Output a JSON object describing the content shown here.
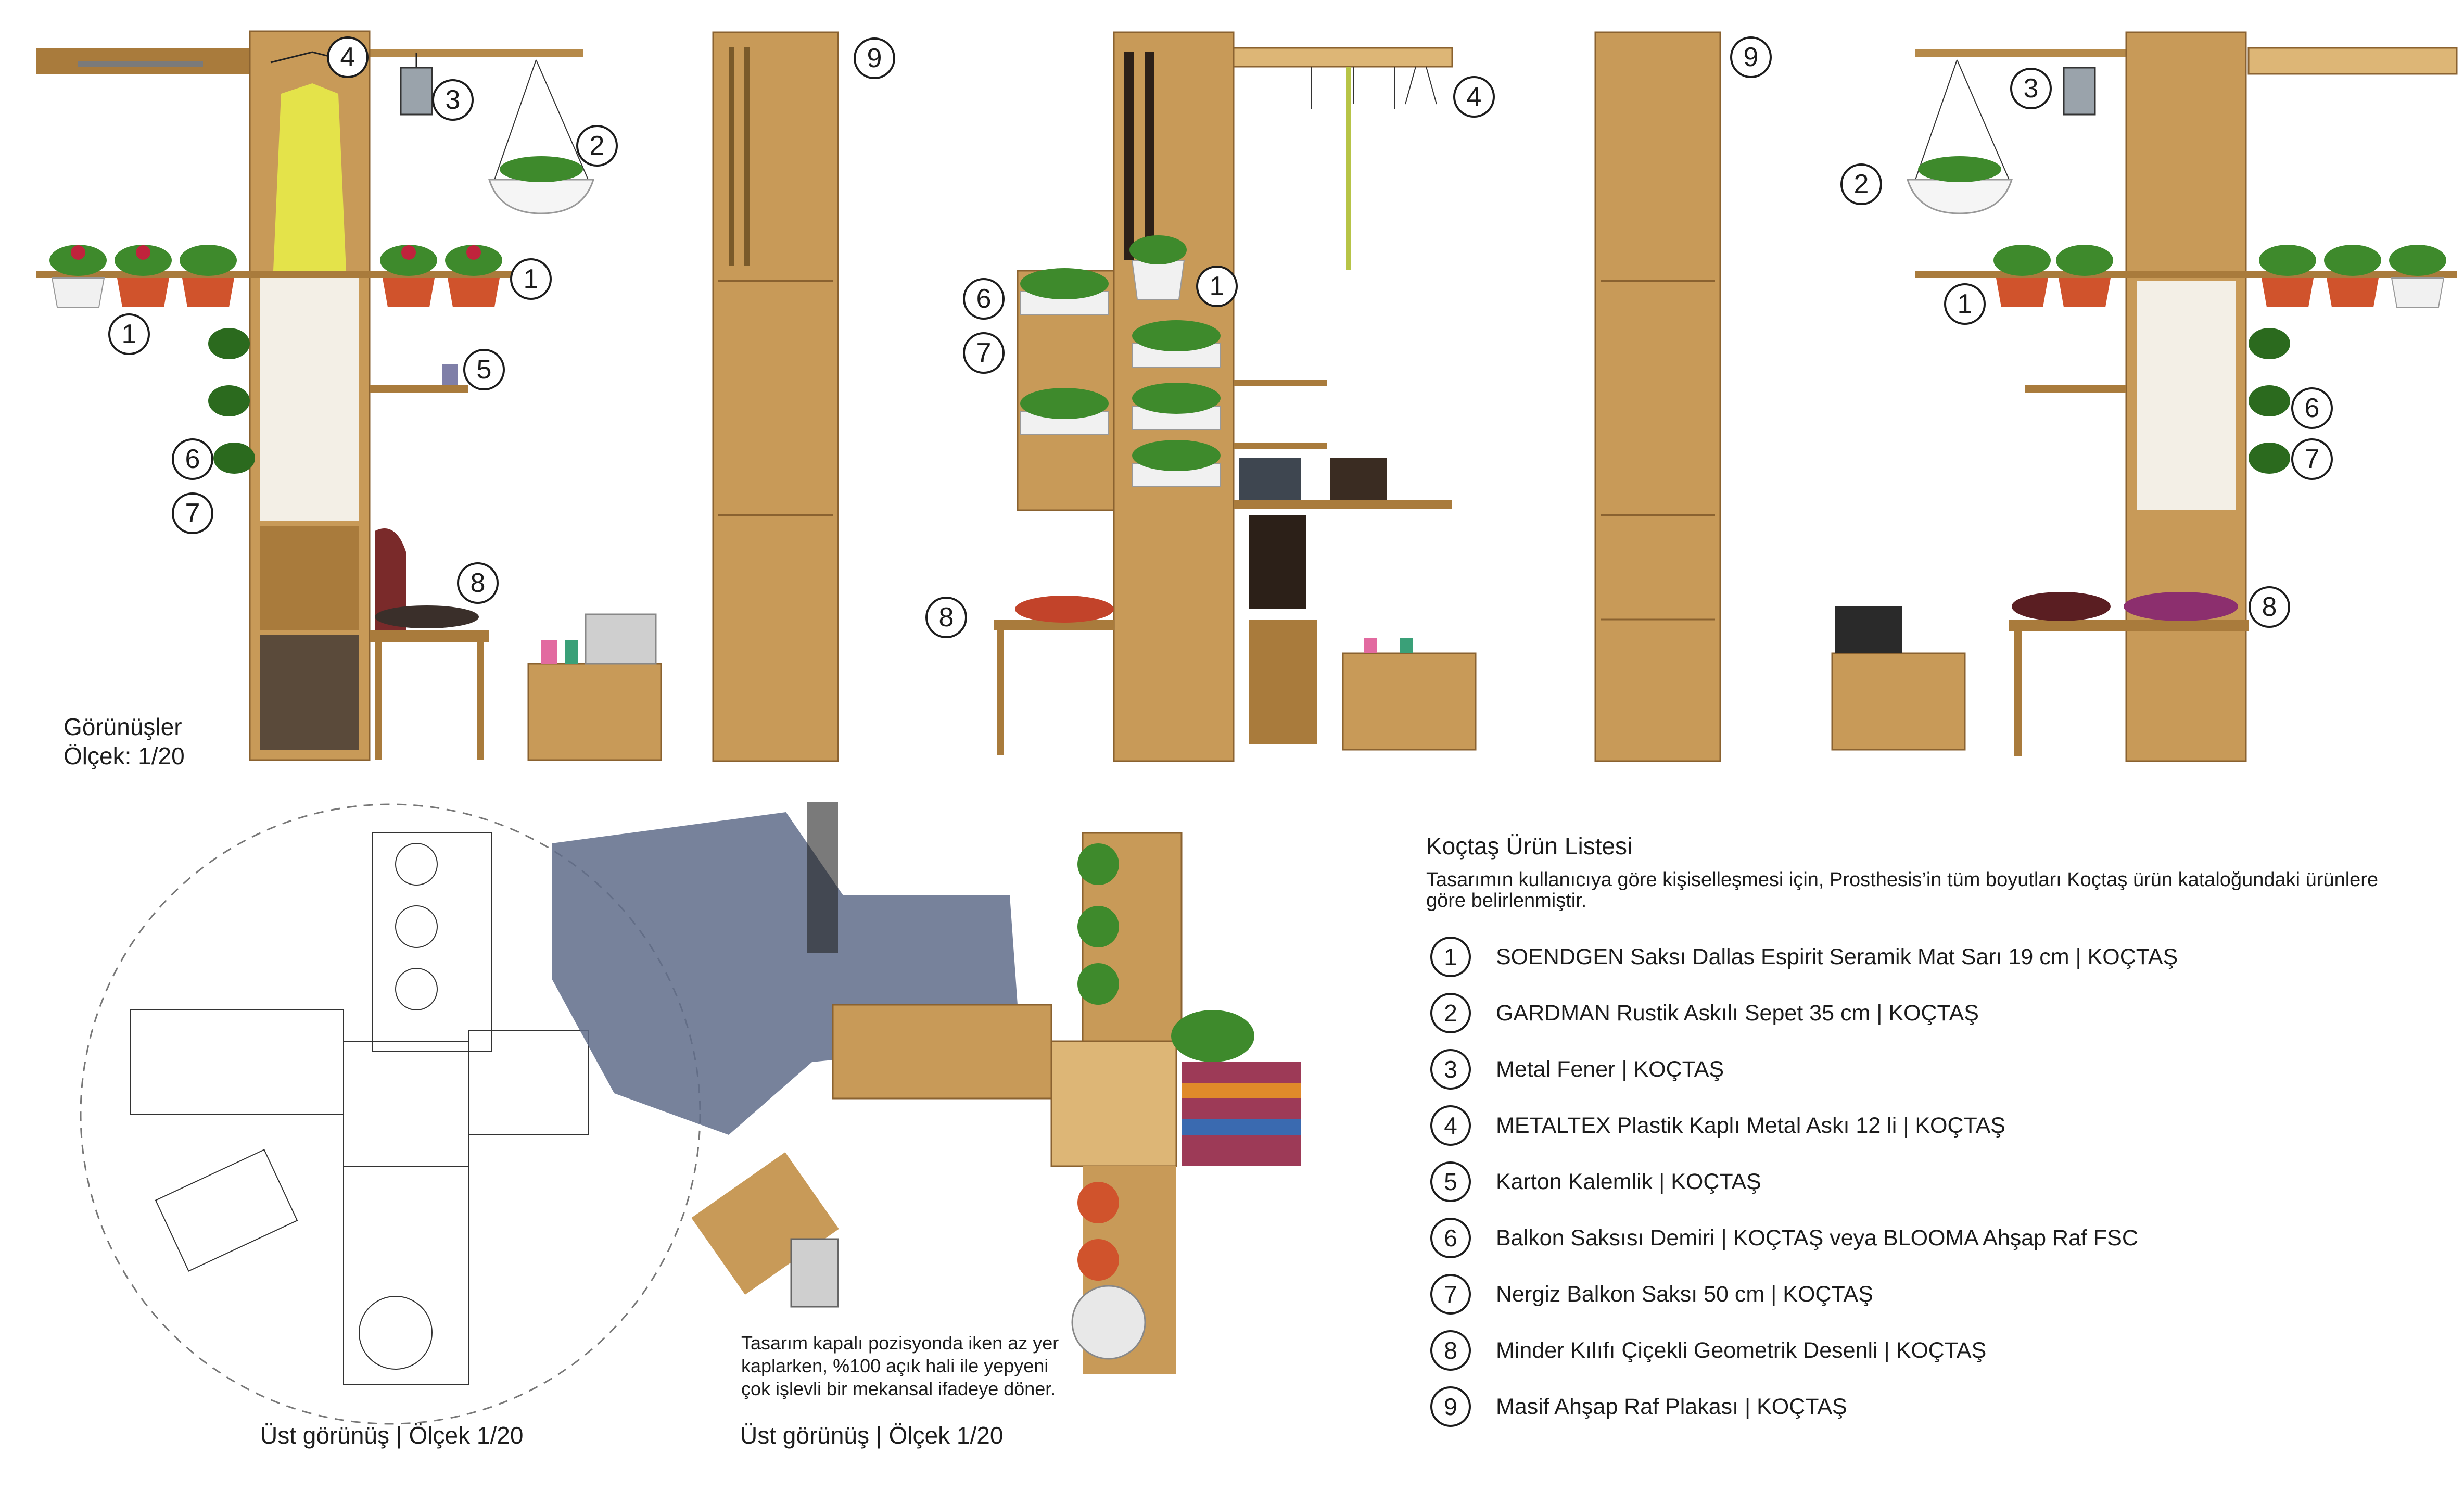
{
  "elevation_caption": {
    "line1": "Görünüşler",
    "line2": "Ölçek: 1/20"
  },
  "callouts": {
    "n1": "1",
    "n2": "2",
    "n3": "3",
    "n4": "4",
    "n5": "5",
    "n6": "6",
    "n7": "7",
    "n8": "8",
    "n9": "9"
  },
  "plan_captions": {
    "left": "Üst görünüş | Ölçek 1/20",
    "right": "Üst görünüş | Ölçek 1/20",
    "note": "Tasarım kapalı pozisyonda iken az yer kaplarken, %100 açık hali ile yepyeni çok işlevli bir mekansal ifadeye döner."
  },
  "product_list": {
    "title": "Koçtaş Ürün Listesi",
    "description": "Tasarımın kullanıcıya göre kişiselleşmesi için, Prosthesis’in tüm boyutları Koçtaş ürün kataloğundaki ürünlere göre belirlenmiştir.",
    "items": [
      {
        "num": "1",
        "label": "SOENDGEN Saksı Dallas Espirit Seramik Mat Sarı 19 cm | KOÇTAŞ"
      },
      {
        "num": "2",
        "label": "GARDMAN  Rustik Askılı Sepet 35 cm | KOÇTAŞ"
      },
      {
        "num": "3",
        "label": "Metal Fener | KOÇTAŞ"
      },
      {
        "num": "4",
        "label": "METALTEX Plastik Kaplı Metal Askı 12 li | KOÇTAŞ"
      },
      {
        "num": "5",
        "label": "Karton Kalemlik | KOÇTAŞ"
      },
      {
        "num": "6",
        "label": "Balkon Saksısı Demiri | KOÇTAŞ veya BLOOMA Ahşap Raf FSC"
      },
      {
        "num": "7",
        "label": "Nergiz Balkon Saksı 50 cm | KOÇTAŞ"
      },
      {
        "num": "8",
        "label": "Minder Kılıfı Çiçekli Geometrik Desenli | KOÇTAŞ"
      },
      {
        "num": "9",
        "label": "Masif Ahşap Raf Plakası | KOÇTAŞ"
      }
    ]
  },
  "colors": {
    "wood": "#c89a58",
    "shadow": "#5f6c8a",
    "pot": "#d0532c",
    "shirt": "#e4e34a"
  }
}
